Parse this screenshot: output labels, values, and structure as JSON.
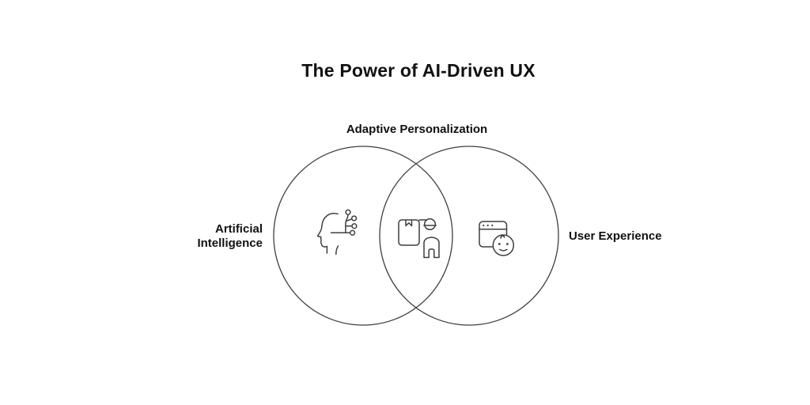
{
  "title": "The Power of AI-Driven UX",
  "colors": {
    "background": "#ffffff",
    "text": "#111111",
    "stroke": "#3f3f3f"
  },
  "venn": {
    "left_set": {
      "name": "Artificial Intelligence",
      "label_line1": "Artificial",
      "label_line2": "Intelligence",
      "icon": "ai-head-circuit-icon"
    },
    "right_set": {
      "name": "User Experience",
      "label": "User Experience",
      "icon": "browser-smiley-icon"
    },
    "intersection": {
      "label": "Adaptive Personalization",
      "icon": "person-with-box-icon"
    }
  }
}
